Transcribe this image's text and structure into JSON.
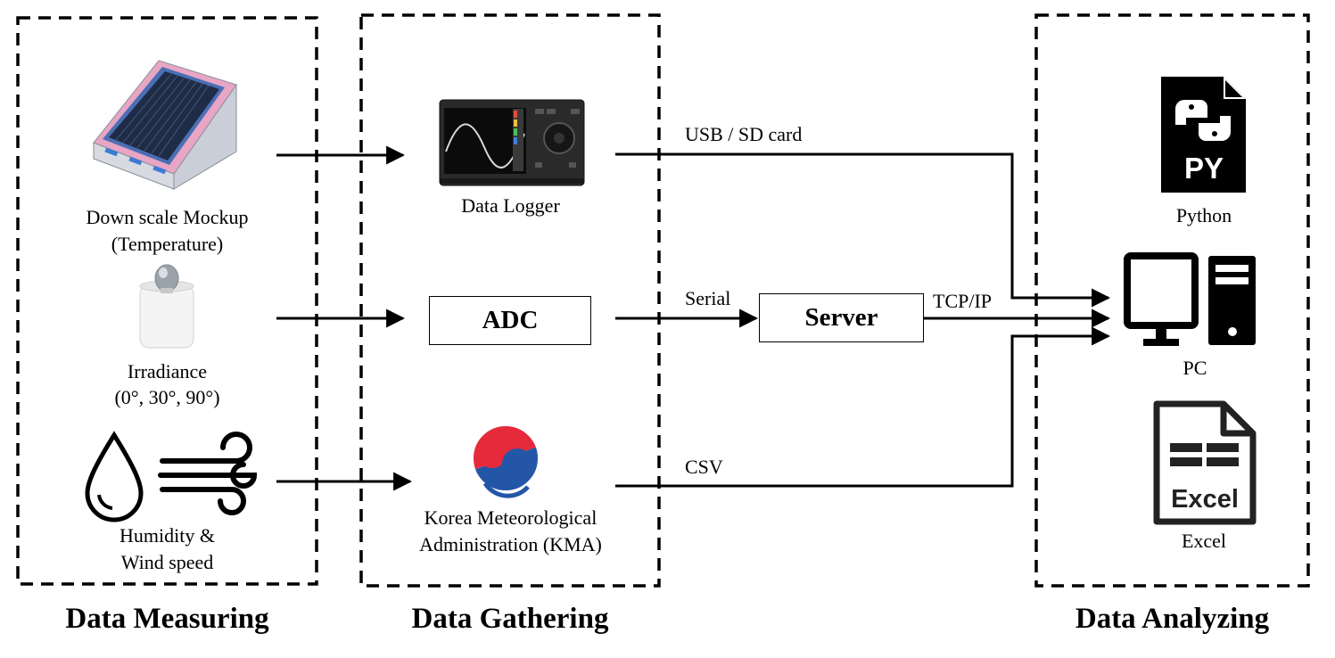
{
  "sections": {
    "measuring": "Data Measuring",
    "gathering": "Data Gathering",
    "analyzing": "Data Analyzing"
  },
  "measuring": {
    "mockup": [
      "Down scale Mockup",
      "(Temperature)"
    ],
    "irradiance": [
      "Irradiance",
      "(0°, 30°, 90°)"
    ],
    "weather": [
      "Humidity  &",
      "Wind speed"
    ]
  },
  "gathering": {
    "logger": "Data Logger",
    "adc": "ADC",
    "kma": [
      "Korea Meteorological",
      "Administration  (KMA)"
    ]
  },
  "middle": {
    "server": "Server"
  },
  "connections": {
    "usb": "USB / SD card",
    "serial": "Serial",
    "tcp": "TCP/IP",
    "csv": "CSV"
  },
  "analyzing": {
    "python": "Python",
    "python_badge": "PY",
    "pc": "PC",
    "excel": "Excel",
    "excel_badge": "Excel"
  },
  "icons": {
    "mockup": "solar-mockup-icon",
    "sensor": "pyranometer-icon",
    "drop": "water-drop-icon",
    "wind": "wind-icon",
    "logger": "data-logger-icon",
    "kma": "kma-logo-icon",
    "python": "python-file-icon",
    "pc": "pc-icon",
    "excel": "excel-file-icon"
  }
}
